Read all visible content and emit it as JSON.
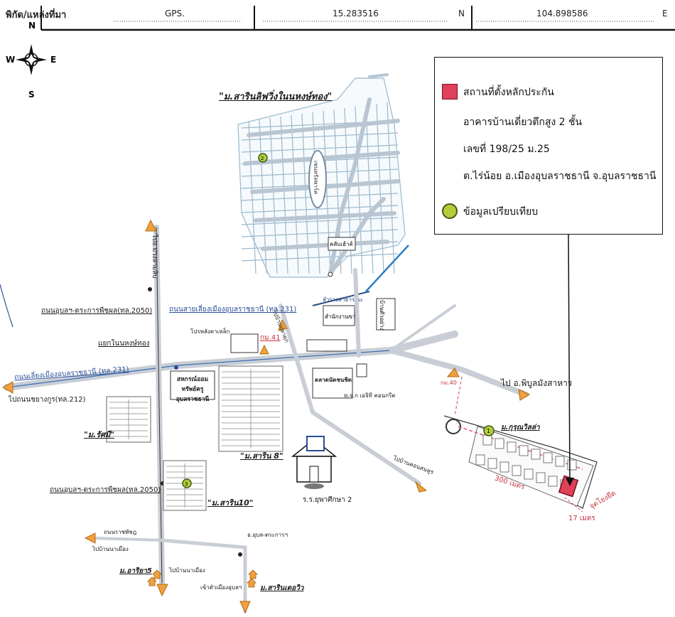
{
  "header": {
    "coord_label": "พิกัด/แหล่งที่มา",
    "gps_label": "GPS.",
    "lat": "15.283516",
    "lat_dir": "N",
    "lng": "104.898586",
    "lng_dir": "E"
  },
  "compass": {
    "n": "N",
    "s": "S",
    "e": "E",
    "w": "W"
  },
  "legend": {
    "line1": "สถานที่ตั้งหลักประกัน",
    "line2": "อาคารบ้านเดี่ยวตึกสูง 2 ชั้น",
    "line3": "เลขที่ 198/25 ม.25",
    "line4": "ต.ไร่น้อย อ.เมืองอุบลราชธานี  จ.อุบลราชธานี",
    "comparable": "ข้อมูลเปรียบเทียบ",
    "subject_color": "#e0405a",
    "comparable_color": "#b5cc3a"
  },
  "map": {
    "village_top": "\"ม.สารินลิฟวิ่งในนหงษ์ทอง\"",
    "road_top_vertical": "ไปอ.ม่วงสามสิบ",
    "road_2050_top": "ถนนอุบลฯ-ตระการพืชผล(ทล.2050)",
    "road_231_a": "ถนนสายเลี่ยงเมืองอุบลราชธานี (ทล.231)",
    "junction": "แยกในนหงษ์ทอง",
    "road_231_b": "ถนนเลี่ยงเมืองอุบลราชธานี (ทล.231)",
    "to_212": "ไปถนนชยางกูร(ทล.212)",
    "pipe_shop": "โปรพลังคาเหล็ก",
    "km41": "กม.41",
    "to_city": "ไปบ้านปลาดุก",
    "coop": "สหกรณ์ออมทรัพย์ครู อุบลราชธานี",
    "market": "ตลาดนัดชนชิต",
    "concrete": "ห.จ.ก เอจิที คอนกรีต",
    "km40": "กม.40",
    "to_phibun": "ไป อ.พิบูลมังสาหาร",
    "rasami": "\"ม.รัศมี\"",
    "sarin8": "\"ม.สาริน 8\"",
    "school": "ร.ร.ยุพาศึกษา 2",
    "to_khon": "ไปบ้านคอนสนหูร",
    "kurunvilla": "ม.กุรุณวิลล่า",
    "dist300": "300 เมตร",
    "dist17": "17 เมตร",
    "subject_label": "จุดโยงยึด",
    "road_2050_bot": "ถนนอุบลฯ-ตระการพืชผล(ทล.2050)",
    "sarin10": "\"ม.สาริน10\"",
    "road_ratcha": "ถนนราชพัชฎ",
    "to_ban": "ไปบ้านนาเมือง",
    "ubon_tk": "อ.อุบล-ตระการฯ",
    "arya5": "ม.อาริยา5",
    "to_ban2": "ไปบ้านนาเมือง",
    "city_entry": "เข้าตัวเมืองอุบลฯ",
    "sarin_city": "ม.สารินเดอวิว",
    "canal": "ลำรางสาธารณะ",
    "office": "สำนักงานขาย",
    "house": "บ้านตัวอย่าง",
    "club": "คลับเฮ้าส์",
    "central": "เซนทรัลพาร์ค",
    "comp1": "1",
    "comp2": "2",
    "comp3": "3"
  }
}
